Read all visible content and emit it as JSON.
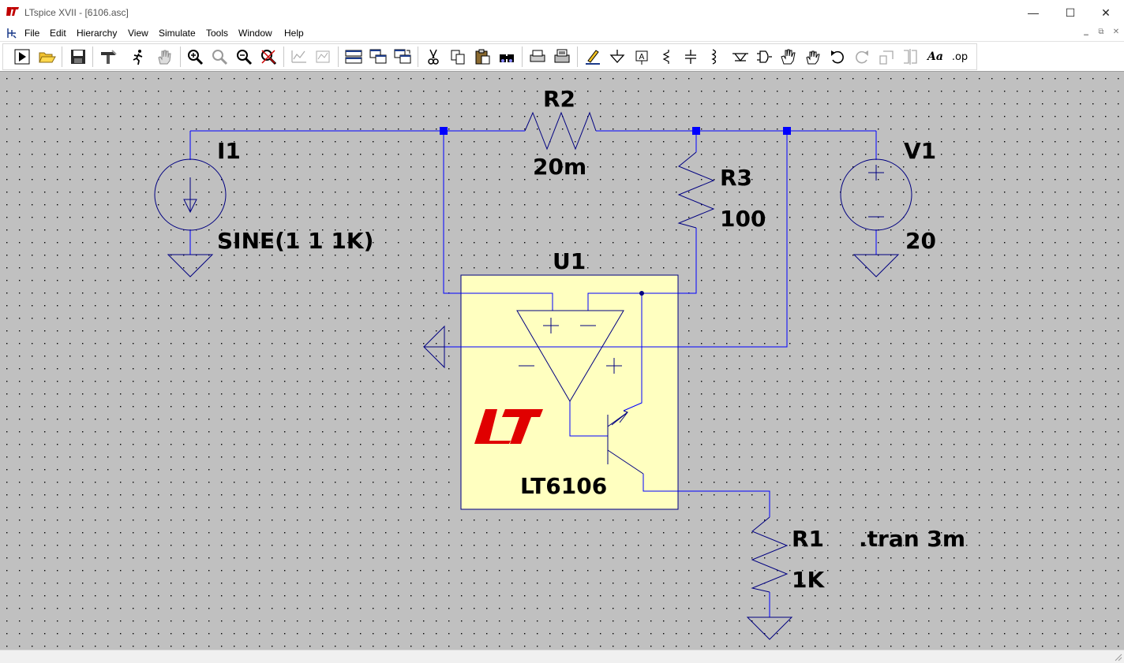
{
  "window": {
    "title": "LTspice XVII - [6106.asc]",
    "icon": "ltspice-icon",
    "controls": {
      "minimize": "—",
      "maximize": "☐",
      "close": "✕"
    }
  },
  "menu": {
    "items": [
      {
        "id": "file",
        "label": "File"
      },
      {
        "id": "edit",
        "label": "Edit"
      },
      {
        "id": "hierarchy",
        "label": "Hierarchy"
      },
      {
        "id": "view",
        "label": "View"
      },
      {
        "id": "simulate",
        "label": "Simulate"
      },
      {
        "id": "tools",
        "label": "Tools"
      },
      {
        "id": "window",
        "label": "Window"
      },
      {
        "id": "help",
        "label": "Help"
      }
    ],
    "mdi_controls": {
      "minimize": "‗",
      "restore": "⧉",
      "close": "✕"
    }
  },
  "toolbar": {
    "buttons": [
      {
        "name": "run-icon"
      },
      {
        "name": "open-icon"
      },
      {
        "name": "save-icon"
      },
      {
        "name": "control-panel-icon"
      },
      {
        "name": "halt-icon"
      },
      {
        "name": "pan-icon"
      },
      {
        "name": "zoom-in-icon"
      },
      {
        "name": "zoom-area-icon"
      },
      {
        "name": "zoom-out-icon"
      },
      {
        "name": "zoom-fit-icon"
      },
      {
        "name": "autorange-icon"
      },
      {
        "name": "waveform-icon"
      },
      {
        "name": "tile-horizontal-icon"
      },
      {
        "name": "cascade-icon"
      },
      {
        "name": "tile-vertical-icon"
      },
      {
        "name": "cut-icon"
      },
      {
        "name": "copy-icon"
      },
      {
        "name": "paste-icon"
      },
      {
        "name": "find-icon"
      },
      {
        "name": "print-preview-icon"
      },
      {
        "name": "print-icon"
      },
      {
        "name": "draw-wire-icon"
      },
      {
        "name": "ground-icon"
      },
      {
        "name": "label-net-icon"
      },
      {
        "name": "resistor-icon"
      },
      {
        "name": "capacitor-icon"
      },
      {
        "name": "inductor-icon"
      },
      {
        "name": "diode-icon"
      },
      {
        "name": "component-icon"
      },
      {
        "name": "move-icon"
      },
      {
        "name": "drag-icon"
      },
      {
        "name": "undo-icon"
      },
      {
        "name": "redo-icon"
      },
      {
        "name": "rotate-icon"
      },
      {
        "name": "mirror-icon"
      },
      {
        "name": "text-icon"
      },
      {
        "name": "spice-directive-icon"
      }
    ],
    "text_button_label": "Aa",
    "directive_button_label": ".op"
  },
  "schematic": {
    "colors": {
      "background": "#c0c0c0",
      "grid_dot": "#000000",
      "wire": "#0000ff",
      "component": "#000080",
      "symbol_fill": "#ffffc0",
      "lt_logo": "#e00000",
      "label": "#000000"
    },
    "components": {
      "I1": {
        "ref": "I1",
        "value": "SINE(1 1 1K)"
      },
      "R2": {
        "ref": "R2",
        "value": "20m"
      },
      "R3": {
        "ref": "R3",
        "value": "100"
      },
      "V1": {
        "ref": "V1",
        "value": "20"
      },
      "U1": {
        "ref": "U1",
        "value": "LT6106"
      },
      "R1": {
        "ref": "R1",
        "value": "1K"
      }
    },
    "directive": ".tran 3m"
  }
}
